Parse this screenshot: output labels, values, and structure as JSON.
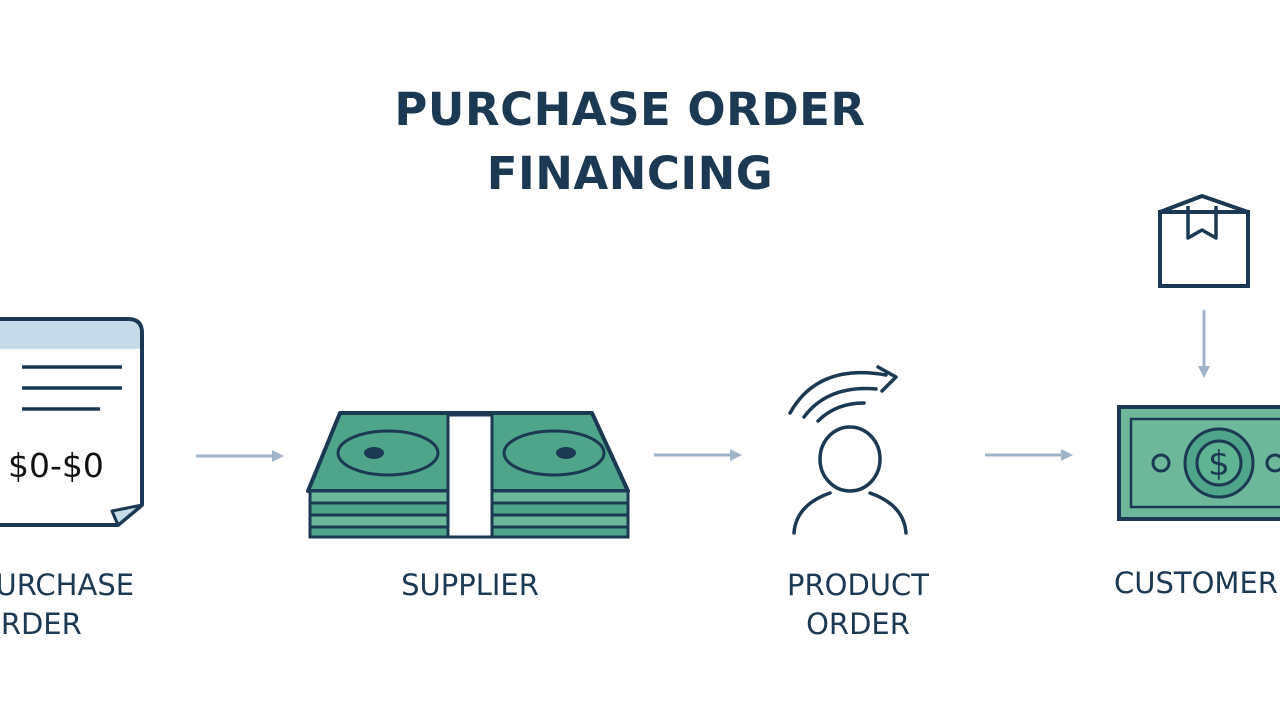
{
  "title": {
    "line1": "PURCHASE ORDER",
    "line2": "FINANCING"
  },
  "steps": [
    {
      "label_line1": "PURCHASE",
      "label_line2": "ORDER",
      "icon": "document-icon",
      "document_amount": "$0-$0"
    },
    {
      "label_line1": "SUPPLIER",
      "icon": "cash-stack-icon"
    },
    {
      "label_line1": "PRODUCT",
      "label_line2": "ORDER",
      "icon": "person-icon"
    },
    {
      "label_line1": "CUSTOMER",
      "icon": "dollar-bill-icon",
      "extra_icon": "package-icon"
    }
  ],
  "colors": {
    "navy": "#1c3953",
    "teal": "#4fa58a",
    "teal_light": "#6db79b",
    "arrow": "#9fb4c8",
    "paper_shade": "#c5dbe8"
  }
}
